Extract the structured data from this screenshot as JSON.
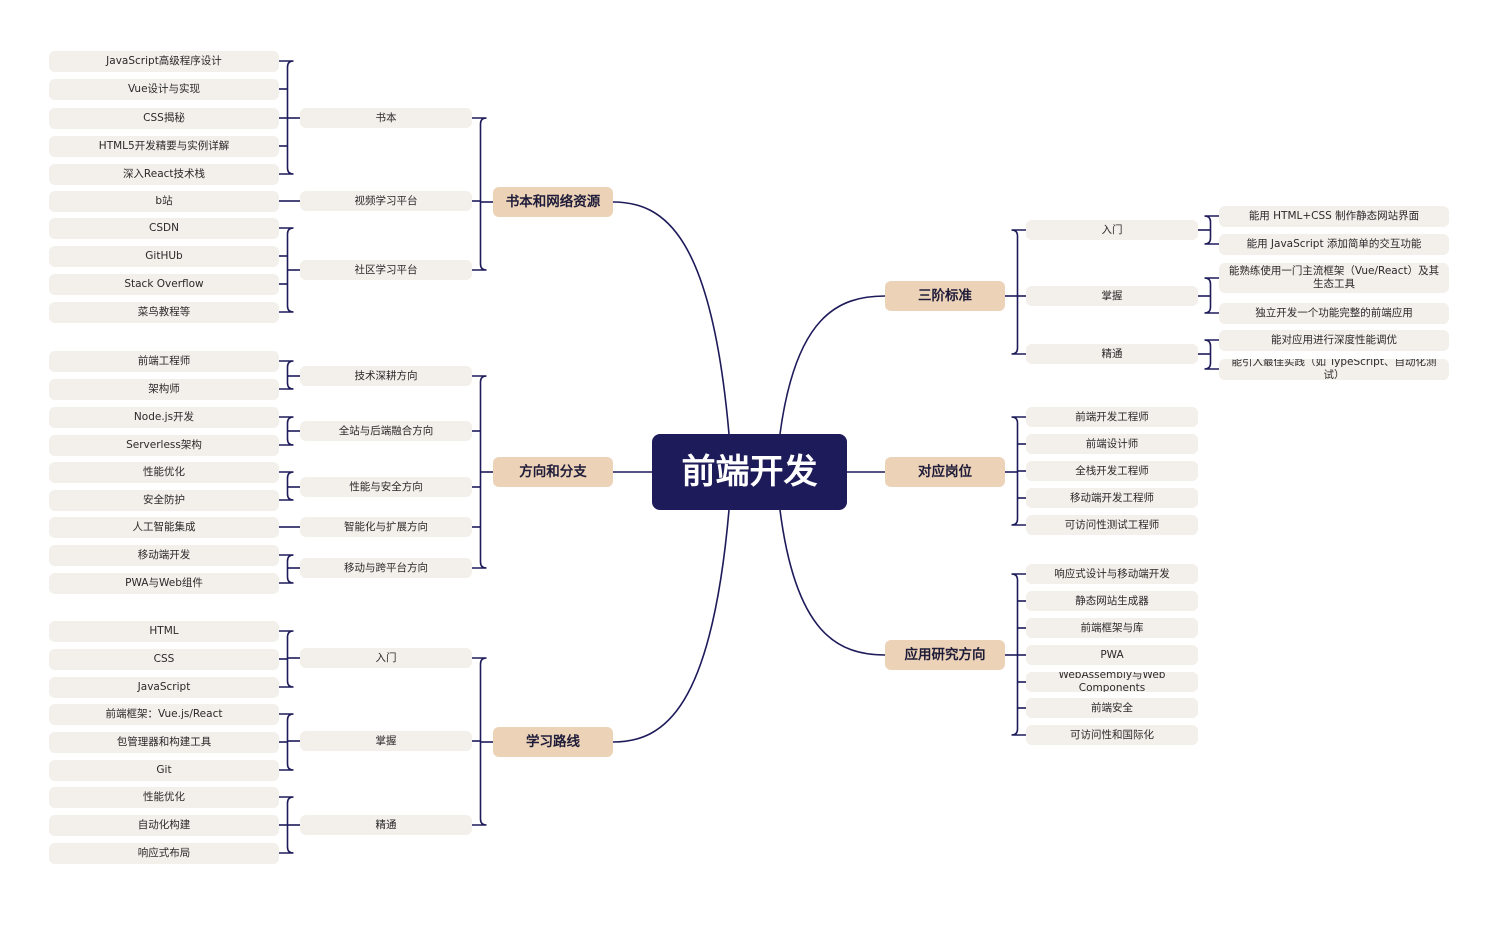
{
  "center": "前端开发",
  "colors": {
    "line": "#1e1b5a",
    "center_bg": "#1e1b5a",
    "branch_bg": "#ecd2b6",
    "leaf_bg": "#f3efea"
  },
  "branches": {
    "resources": {
      "label": "书本和网络资源",
      "groups": [
        {
          "label": "书本",
          "items": [
            "JavaScript高级程序设计",
            "Vue设计与实现",
            "CSS揭秘",
            "HTML5开发精要与实例详解",
            "深入React技术栈"
          ]
        },
        {
          "label": "视频学习平台",
          "items": [
            "b站"
          ]
        },
        {
          "label": "社区学习平台",
          "items": [
            "CSDN",
            "GitHUb",
            "Stack Overflow",
            "菜鸟教程等"
          ]
        }
      ]
    },
    "directions": {
      "label": "方向和分支",
      "groups": [
        {
          "label": "技术深耕方向",
          "items": [
            "前端工程师",
            "架构师"
          ]
        },
        {
          "label": "全站与后端融合方向",
          "items": [
            "Node.js开发",
            "Serverless架构"
          ]
        },
        {
          "label": "性能与安全方向",
          "items": [
            "性能优化",
            "安全防护"
          ]
        },
        {
          "label": "智能化与扩展方向",
          "items": [
            "人工智能集成"
          ]
        },
        {
          "label": "移动与跨平台方向",
          "items": [
            "移动端开发",
            "PWA与Web组件"
          ]
        }
      ]
    },
    "learning": {
      "label": "学习路线",
      "groups": [
        {
          "label": "入门",
          "items": [
            "HTML",
            "CSS",
            "JavaScript"
          ]
        },
        {
          "label": "掌握",
          "items": [
            "前端框架：Vue.js/React",
            "包管理器和构建工具",
            "Git"
          ]
        },
        {
          "label": "精通",
          "items": [
            "性能优化",
            "自动化构建",
            "响应式布局"
          ]
        }
      ]
    },
    "standards": {
      "label": "三阶标准",
      "groups": [
        {
          "label": "入门",
          "items": [
            "能用 HTML+CSS 制作静态网站界面",
            "能用 JavaScript 添加简单的交互功能"
          ]
        },
        {
          "label": "掌握",
          "items": [
            "能熟练使用一门主流框架（Vue/React）及其生态工具",
            "独立开发一个功能完整的前端应用"
          ]
        },
        {
          "label": "精通",
          "items": [
            "能对应用进行深度性能调优",
            "能引入最佳实践（如 TypeScript、自动化测试）"
          ]
        }
      ]
    },
    "jobs": {
      "label": "对应岗位",
      "items": [
        "前端开发工程师",
        "前端设计师",
        "全栈开发工程师",
        "移动端开发工程师",
        "可访问性测试工程师"
      ]
    },
    "research": {
      "label": "应用研究方向",
      "items": [
        "响应式设计与移动端开发",
        "静态网站生成器",
        "前端框架与库",
        "PWA",
        "WebAssembly与Web Components",
        "前端安全",
        "可访问性和国际化"
      ]
    }
  }
}
